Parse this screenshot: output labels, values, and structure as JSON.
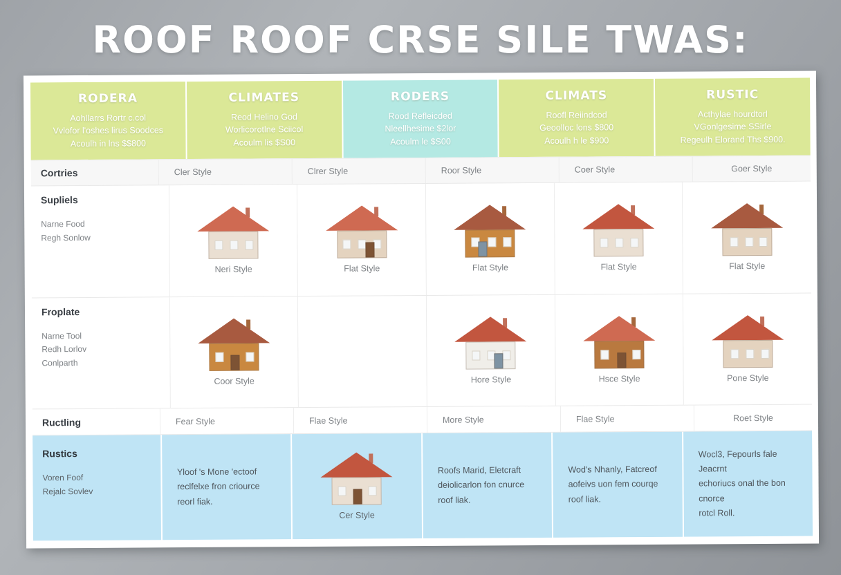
{
  "title": "ROOF ROOF CRSE SILE TWAS:",
  "header": {
    "columns": [
      {
        "title": "RODERA",
        "subtitle": "Aohllarrs Rortr c.col\nVvlofor l'oshes lirus Soodces\nAcoulh in lns $$800",
        "bg": "#dbe897",
        "tone": "green"
      },
      {
        "title": "CLIMATES",
        "subtitle": "Reod Helino God\nWorlicorotlne Sciicol\nAcoulm lis $S00",
        "bg": "#dbe897",
        "tone": "green"
      },
      {
        "title": "RODERS",
        "subtitle": "Rood Refleicded\nNleellhesime $2lor\nAcoulm le $S00",
        "bg": "#b4e9e3",
        "tone": "cyan"
      },
      {
        "title": "CLIMATS",
        "subtitle": "Roofl Reiindcod\nGeoolloc lons $800\nAcoulh h le $900",
        "bg": "#dbe897",
        "tone": "green"
      },
      {
        "title": "RUSTIC",
        "subtitle": "Acthylae hourdtorl\nVGonlgesime SSirle\nRegeulh Elorand Ths $900.",
        "bg": "#dbe897",
        "tone": "green"
      }
    ]
  },
  "strip_rows": [
    {
      "label": "Cortries",
      "captions": [
        "Cler Style",
        "Clrer Style",
        "Roor Style",
        "Coer Style",
        "Goer Style"
      ]
    },
    {
      "label": "Ructling",
      "captions": [
        "Fear Style",
        "Flae Style",
        "More Style",
        "Flae Style",
        "Roet Style"
      ]
    }
  ],
  "body_rows": [
    {
      "label": "Supliels",
      "sublabel": "Narne Food\nRegh Sonlow",
      "cells": [
        {
          "caption": "Neri Style",
          "house": {
            "roof": "terra",
            "body": "cream",
            "door": "dark",
            "chimney": "terra",
            "show": true
          }
        },
        {
          "caption": "Flat Style",
          "house": {
            "roof": "terra",
            "body": "tan",
            "door": "dark",
            "chimney": "terra",
            "show": true
          }
        },
        {
          "caption": "Flat Style",
          "house": {
            "roof": "brown",
            "body": "wood",
            "door": "blue",
            "chimney": "brick",
            "show": true
          }
        },
        {
          "caption": "Flat Style",
          "house": {
            "roof": "red",
            "body": "cream",
            "door": "dark",
            "chimney": "terra",
            "show": true
          }
        },
        {
          "caption": "Flat Style",
          "house": {
            "roof": "brown",
            "body": "tan",
            "door": "dark",
            "chimney": "brick",
            "show": true
          }
        }
      ]
    },
    {
      "label": "Froplate",
      "sublabel": "Narne Tool\nRedh Lorlov\nConlparth",
      "cells": [
        {
          "caption": "Coor Style",
          "house": {
            "roof": "brown",
            "body": "wood",
            "door": "dark",
            "chimney": "brick",
            "show": true
          }
        },
        {
          "caption": "",
          "house": {
            "roof": "terra",
            "body": "cream",
            "door": "dark",
            "chimney": "terra",
            "show": false
          }
        },
        {
          "caption": "Hore Style",
          "house": {
            "roof": "red",
            "body": "white",
            "door": "blue",
            "chimney": "terra",
            "show": true
          }
        },
        {
          "caption": "Hsce Style",
          "house": {
            "roof": "terra",
            "body": "brick",
            "door": "dark",
            "chimney": "brick",
            "show": true
          }
        },
        {
          "caption": "Pone Style",
          "house": {
            "roof": "red",
            "body": "tan",
            "door": "dark",
            "chimney": "terra",
            "show": true
          }
        }
      ]
    }
  ],
  "blue_row": {
    "label": "Rustics",
    "sublabel": "Voren Foof\nRejalc Sovlev",
    "cells": [
      {
        "text": "Yloof 's Mone 'ectoof\nreclfelxe fron criource\nreorl fiak.",
        "caption": "",
        "house": {
          "show": false
        }
      },
      {
        "text": "",
        "caption": "Cer Style",
        "house": {
          "roof": "red",
          "body": "cream",
          "door": "dark",
          "chimney": "terra",
          "show": true
        }
      },
      {
        "text": "Roofs Marid, Eletcraft\ndeiolicarlon fon cnurce\nroof liak.",
        "caption": "",
        "house": {
          "show": false
        }
      },
      {
        "text": "Wod's Nhanly, Fatcreof\naofeivs uon fem courqe\nroof liak.",
        "caption": "",
        "house": {
          "show": false
        }
      },
      {
        "text": "Wocl3, Fepourls fale Jeacrnt\nechoriucs onal the bon cnorce\nrotcl Roll.",
        "caption": "",
        "house": {
          "show": false
        }
      }
    ]
  }
}
